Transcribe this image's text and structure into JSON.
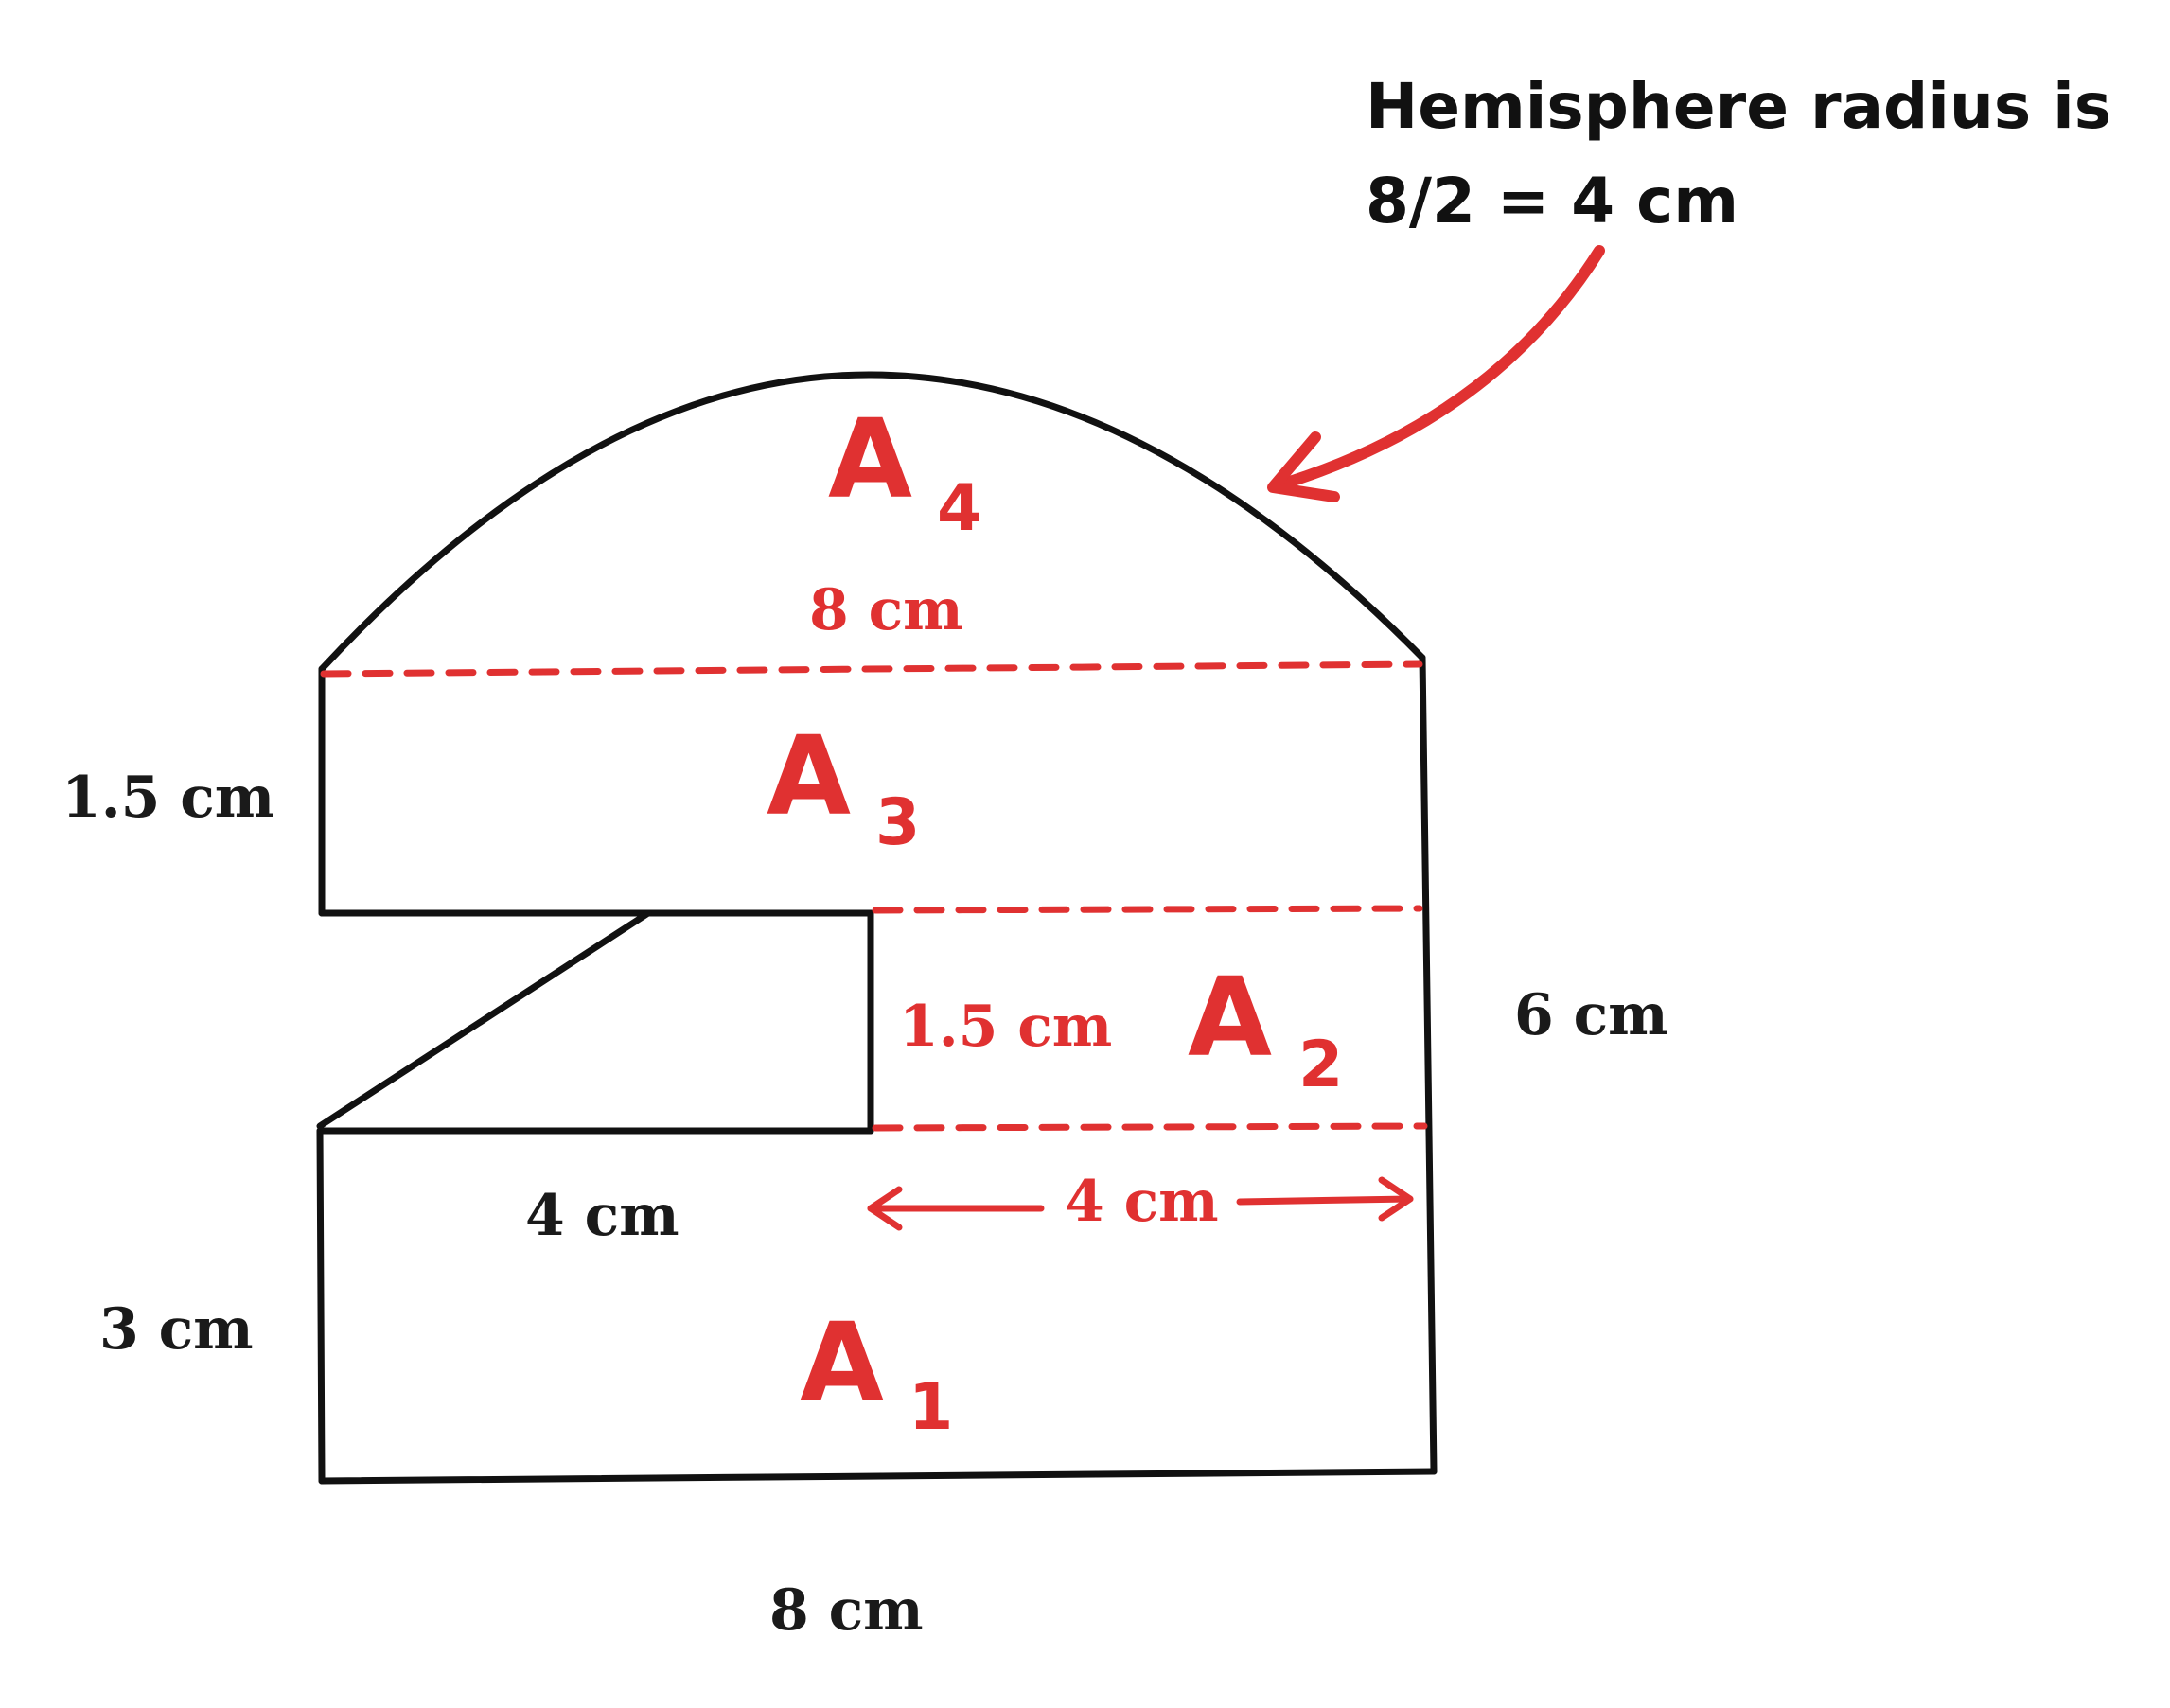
{
  "annotation": {
    "line1": "Hemisphere radius is",
    "line2": "8/2 = 4 cm"
  },
  "dimensions": {
    "top_width": "8 cm",
    "bottom_width": "8 cm",
    "left_upper": "1.5 cm",
    "left_lower": "3 cm",
    "notch_height": "1.5 cm",
    "notch_base": "4 cm",
    "right_strip_width": "4 cm",
    "right_height": "6 cm"
  },
  "regions": [
    {
      "letter": "A",
      "sub": "1"
    },
    {
      "letter": "A",
      "sub": "2"
    },
    {
      "letter": "A",
      "sub": "3"
    },
    {
      "letter": "A",
      "sub": "4"
    }
  ],
  "colors": {
    "outline": "#111111",
    "accent": "#e03131"
  }
}
